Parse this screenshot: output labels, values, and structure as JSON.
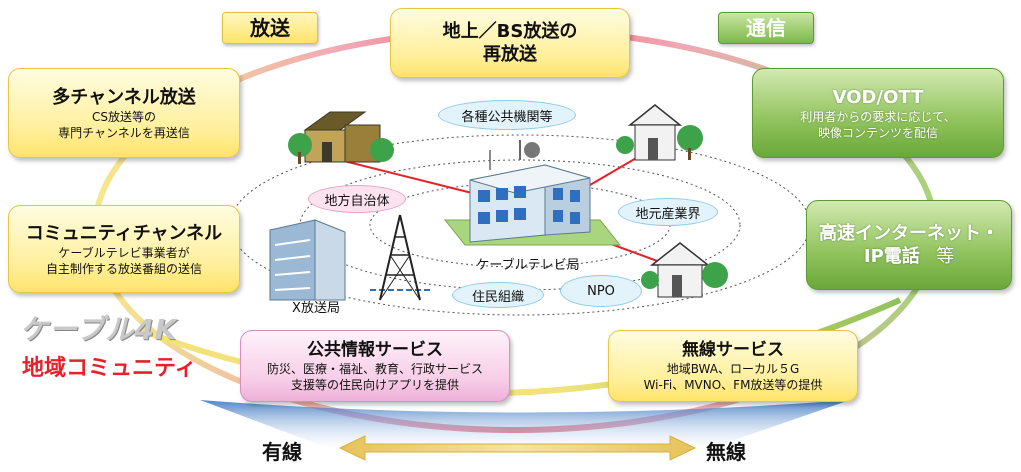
{
  "tags": {
    "broadcast": "放送",
    "telecom": "通信"
  },
  "center_top": {
    "title_line1": "地上／BS放送の",
    "title_line2": "再放送"
  },
  "left_boxes": {
    "multichannel": {
      "title": "多チャンネル放送",
      "sub1": "CS放送等の",
      "sub2": "専門チャンネルを再送信"
    },
    "community_channel": {
      "title": "コミュニティチャンネル",
      "sub1": "ケーブルテレビ事業者が",
      "sub2": "自主制作する放送番組の送信"
    }
  },
  "right_boxes": {
    "vod": {
      "title": "VOD/OTT",
      "sub1": "利用者からの要求に応じて、",
      "sub2": "映像コンテンツを配信"
    },
    "internet": {
      "title_line1": "高速インターネット・",
      "title_line2": "IP電話",
      "title_suffix": "等"
    }
  },
  "public_service": {
    "title": "公共情報サービス",
    "sub1": "防災、医療・福祉、教育、行政サービス",
    "sub2": "支援等の住民向けアプリを提供"
  },
  "wireless_service": {
    "title": "無線サービス",
    "sub1": "地域BWA、ローカル５G",
    "sub2": "Wi-Fi、MVNO、FM放送等の提供"
  },
  "nodes": {
    "public_institutions": "各種公共機関等",
    "local_government": "地方自治体",
    "local_industry": "地元産業界",
    "residents": "住民組織",
    "npo": "NPO",
    "cable_station": "ケーブルテレビ局",
    "x_station": "X放送局"
  },
  "brand": {
    "cable4k": "ケーブル4K",
    "community": "地域コミュニティ"
  },
  "bottom": {
    "wired": "有線",
    "wireless": "無線"
  },
  "colors": {
    "community_red": "#e8202a",
    "arrow_gold": "#d9b03c",
    "ring_pink": "#f09bb0",
    "ring_yellow": "#f3e27a",
    "ring_green": "#8fc25b",
    "fan_blue": "#2f6fbf"
  }
}
